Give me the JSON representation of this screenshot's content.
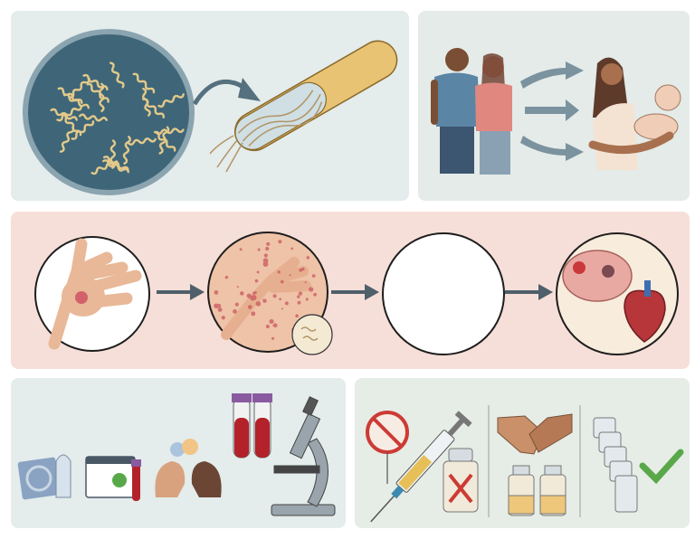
{
  "colors": {
    "background": "#ffffff",
    "panel_blue": "#e4ecec",
    "panel_green": "#e6ece6",
    "panel_pink": "#f6dfd8",
    "petri_fill": "#3f6678",
    "bacteria": "#e3c98a",
    "arrow": "#4f5f6b",
    "skin": "#e8b898",
    "rash": "#c9505a",
    "blood": "#b3222a",
    "check": "#58a84a",
    "cross": "#cc3b35"
  },
  "panels": [
    {
      "id": "bacterium",
      "icons": [
        "petri-dish-icon",
        "curved-arrow-icon",
        "spirochete-cell-icon"
      ]
    },
    {
      "id": "transmission",
      "icons": [
        "couple-icon",
        "transmission-arrow-icon",
        "mother-baby-icon"
      ]
    },
    {
      "id": "stages",
      "icons": [
        "hand-chancre-icon",
        "rash-icon",
        "empty-stage-circle",
        "brain-heart-icon"
      ]
    },
    {
      "id": "prevention-testing",
      "icons": [
        "condom-icon",
        "calendar-check-icon",
        "conversation-icon",
        "blood-tube-icon",
        "microscope-icon"
      ]
    },
    {
      "id": "treatment",
      "icons": [
        "no-bacteria-icon",
        "syringe-icon",
        "crossed-vial-icon",
        "handshake-icon",
        "vials-icon",
        "checkmark-icon"
      ]
    }
  ]
}
